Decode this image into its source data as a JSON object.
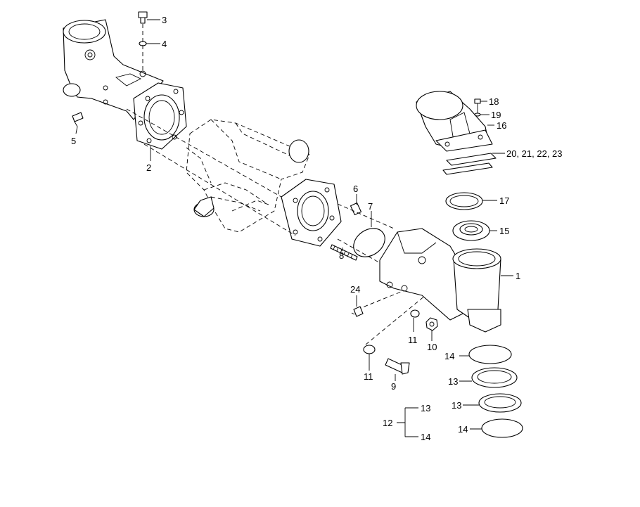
{
  "callouts": {
    "c1": "1",
    "c2": "2",
    "c3": "3",
    "c4": "4",
    "c5": "5",
    "c6": "6",
    "c7": "7",
    "c8": "8",
    "c9": "9",
    "c10": "10",
    "c11a": "11",
    "c11b": "11",
    "c12": "12",
    "c13a": "13",
    "c13b": "13",
    "c13c": "13",
    "c14a": "14",
    "c14b": "14",
    "c14c": "14",
    "c15": "15",
    "c16": "16",
    "c17": "17",
    "c18": "18",
    "c19": "19",
    "c20": "20, 21, 22, 23",
    "c24": "24"
  }
}
